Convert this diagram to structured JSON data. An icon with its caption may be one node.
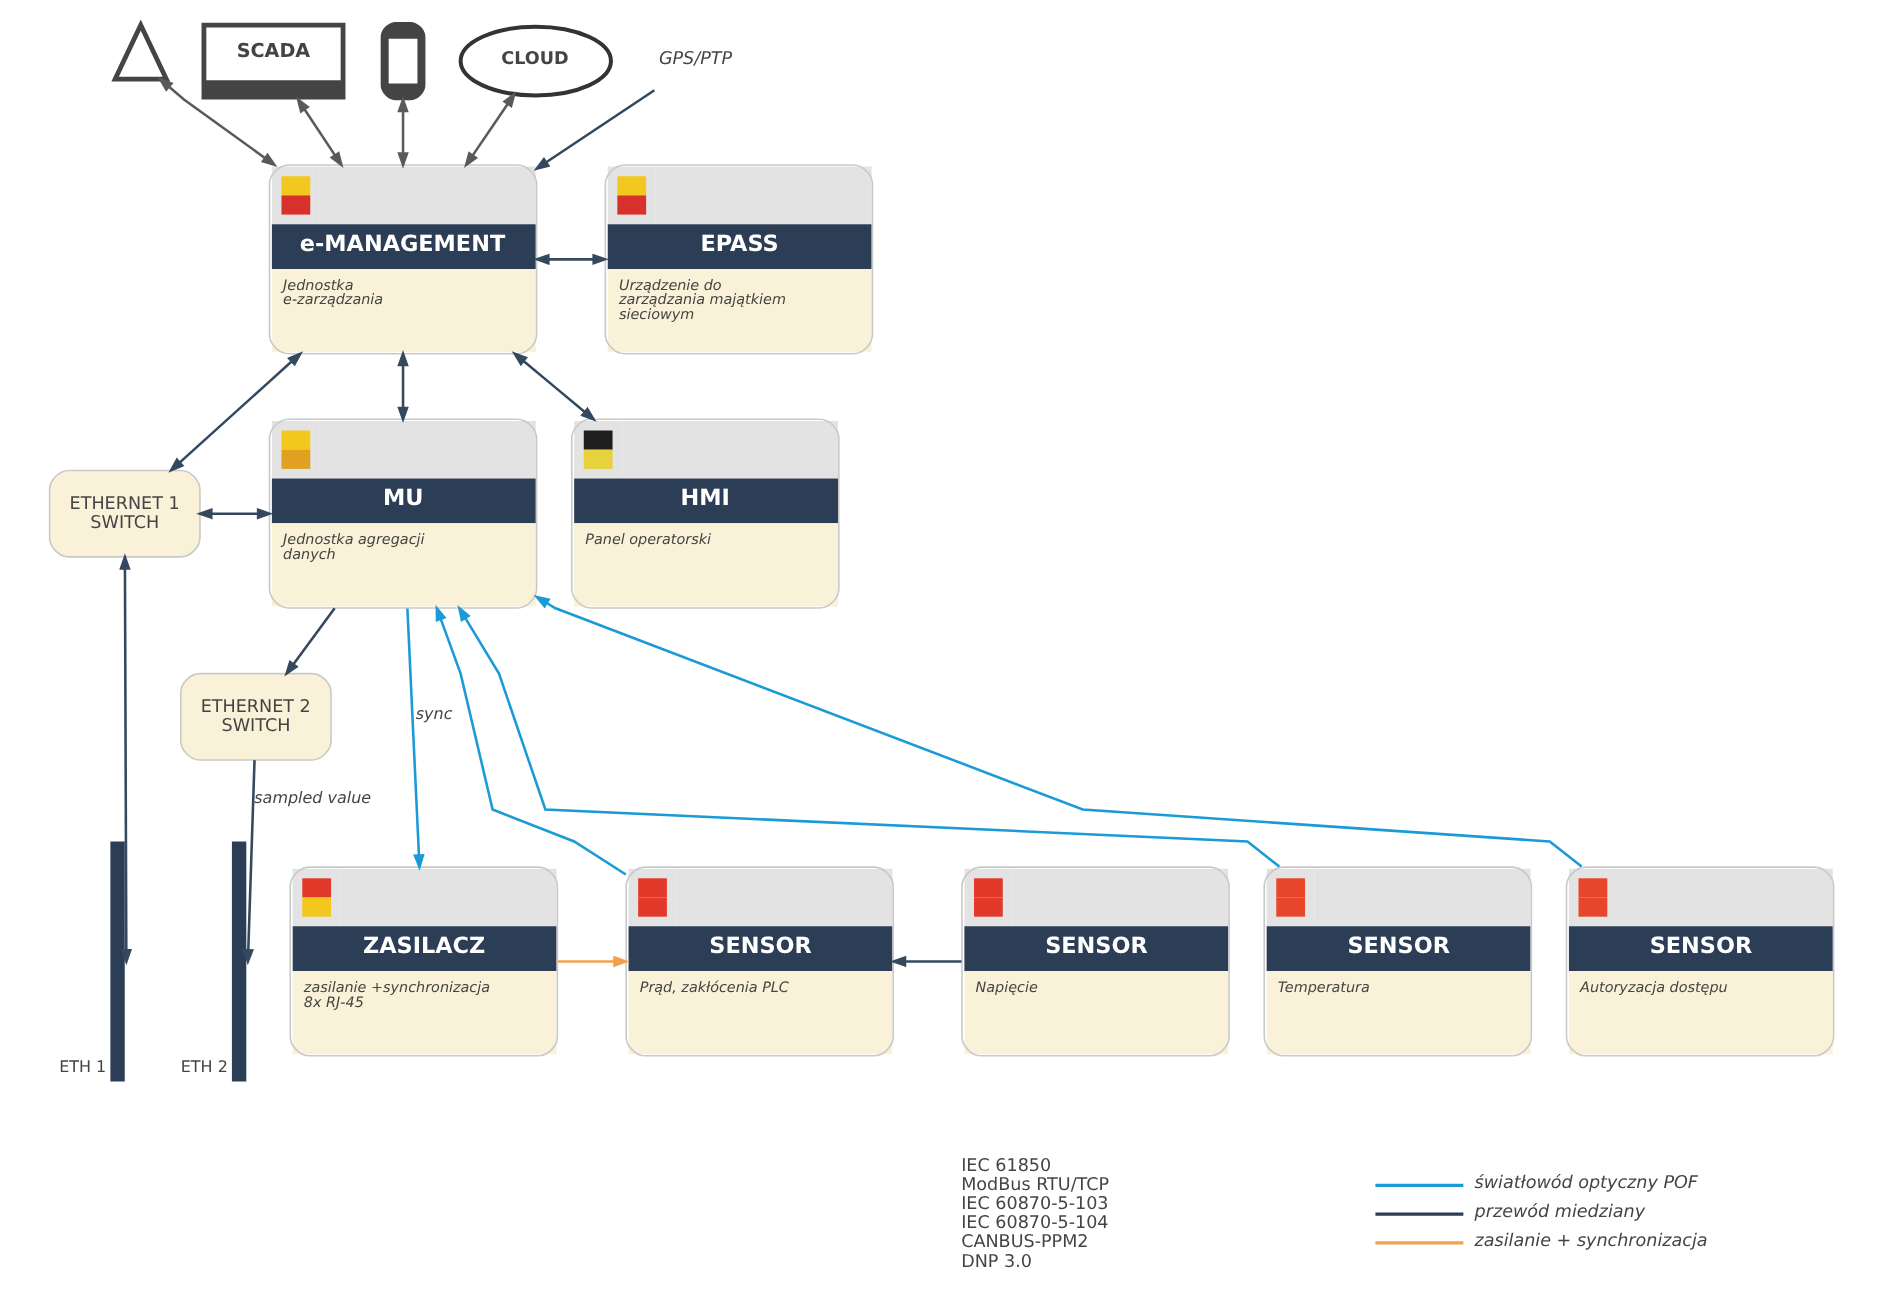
{
  "diagram": {
    "nodes": [
      {
        "text": [],
        "shape": "picture"
      },
      {
        "text": [
          "SCADA"
        ]
      },
      {
        "text": [],
        "shape": "picture"
      },
      {
        "text": [
          "CLOUD"
        ]
      },
      {
        "text": [
          "GPS/PTP"
        ]
      },
      {
        "text": [
          "e-MANAGEMENT",
          "Jednostka e-zarządzania"
        ]
      },
      {
        "text": [
          "EPASS",
          "Urządzenie do zarządzania majątkiem sieciowym"
        ]
      },
      {
        "text": [
          "ETHERNET 1 SWITCH"
        ]
      },
      {
        "text": [
          "MU",
          "Jednostka agregacji danych"
        ]
      },
      {
        "text": [
          "HMI",
          "Panel operatorski"
        ]
      },
      {
        "text": [
          "ETHERNET 2 SWITCH"
        ]
      },
      {
        "text": [
          "ETH 1"
        ]
      },
      {
        "text": [
          "ETH 2"
        ]
      },
      {
        "text": [
          "ZASILACZ",
          "zasilanie +synchronizacja 8x RJ-45"
        ]
      },
      {
        "text": [
          "SENSOR",
          "Prąd, zakłócenia PLC"
        ]
      },
      {
        "text": [
          "SENSOR",
          "Napięcie"
        ]
      },
      {
        "text": [
          "SENSOR",
          "Temperatura"
        ]
      },
      {
        "text": [
          "SENSOR",
          "Autoryzacja dostępu"
        ]
      }
    ],
    "edges": [
      {
        "from": 0,
        "to": 5,
        "arrow": "both",
        "color": "#5a5a5a"
      },
      {
        "from": 1,
        "to": 5,
        "arrow": "both",
        "color": "#5a5a5a"
      },
      {
        "from": 2,
        "to": 5,
        "arrow": "both",
        "color": "#5a5a5a"
      },
      {
        "from": 3,
        "to": 5,
        "arrow": "both",
        "color": "#5a5a5a"
      },
      {
        "from": 4,
        "to": 5,
        "arrow": "to"
      },
      {
        "from": 5,
        "to": 6,
        "arrow": "both"
      },
      {
        "from": 5,
        "to": 9,
        "arrow": "both"
      },
      {
        "from": 5,
        "to": 8,
        "arrow": "both"
      },
      {
        "from": 5,
        "to": 7,
        "arrow": "both"
      },
      {
        "from": 7,
        "to": 11,
        "arrow": "both"
      },
      {
        "from": 10,
        "to": 12,
        "arrow": "to",
        "label": "sampled value"
      },
      {
        "from": 8,
        "to": 7,
        "arrow": "both"
      },
      {
        "from": 8,
        "to": 10,
        "arrow": "to"
      },
      {
        "from": 8,
        "to": 13,
        "arrow": "to",
        "label": "sync",
        "color": "#1a9ad6"
      },
      {
        "from": 14,
        "to": 8,
        "arrow": "to",
        "color": "#1a9ad6"
      },
      {
        "from": 16,
        "to": 8,
        "arrow": "to",
        "color": "#1a9ad6"
      },
      {
        "from": 17,
        "to": 8,
        "arrow": "to",
        "color": "#1a9ad6"
      },
      {
        "from": 15,
        "to": 14,
        "arrow": "to"
      },
      {
        "from": 13,
        "to": 14,
        "arrow": "to",
        "color": "#f2a04a"
      }
    ],
    "labels": [
      "IEC 61850",
      "ModBus RTU/TCP",
      "IEC 60870-5-103",
      "IEC 60870-5-104",
      "CANBUS-PPM2",
      "DNP 3.0"
    ],
    "legend": [
      {
        "text": "światłowód optyczny POF"
      },
      {
        "text": "przewód miedziany"
      },
      {
        "text": "zasilanie + synchronizacja"
      }
    ]
  }
}
